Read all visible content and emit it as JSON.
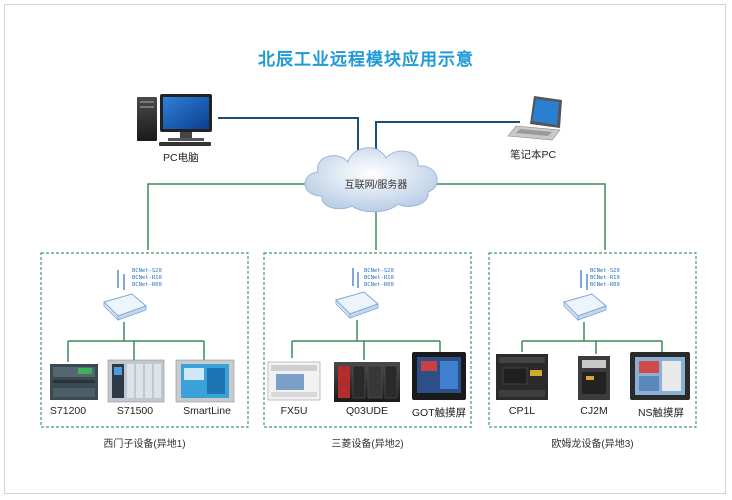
{
  "title": "北辰工业远程模块应用示意",
  "pc_label": "PC电脑",
  "laptop_label": "笔记本PC",
  "cloud_label": "互联网/服务器",
  "module_lines": [
    "BCNet-S20",
    "BCNet-R10",
    "BCNet-R00"
  ],
  "groups": [
    {
      "label": "西门子设备(异地1)",
      "devices": [
        "S71200",
        "S71500",
        "SmartLine"
      ]
    },
    {
      "label": "三菱设备(异地2)",
      "devices": [
        "FX5U",
        "Q03UDE",
        "GOT触摸屏"
      ]
    },
    {
      "label": "欧姆龙设备(异地3)",
      "devices": [
        "CP1L",
        "CJ2M",
        "NS触摸屏"
      ]
    }
  ],
  "colors": {
    "title": "#1f9ad6",
    "network_line": "#1e4d72",
    "group_line": "#3b8a5a",
    "dashed_border": "#3c9a6a"
  }
}
